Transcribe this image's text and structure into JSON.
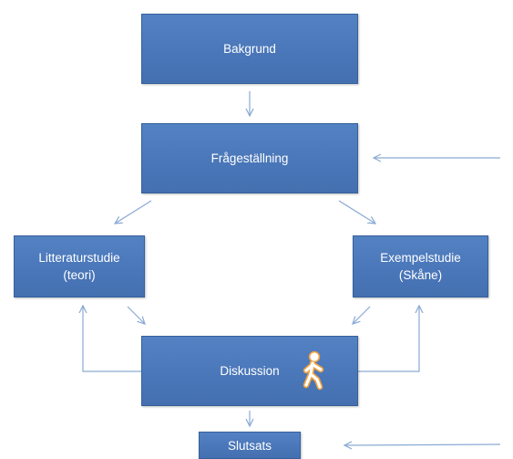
{
  "nodes": {
    "bakgrund": "Bakgrund",
    "fragestallning": "Frågeställning",
    "litteraturstudie": "Litteraturstudie\n(teori)",
    "exempelstudie": "Exempelstudie\n(Skåne)",
    "diskussion": "Diskussion",
    "slutsats": "Slutsats"
  },
  "colors": {
    "box_fill": "#4f7cbf",
    "box_border": "#35609b",
    "box_text": "#ffffff",
    "arrow": "#8aaad4",
    "figure": "#f0a040"
  },
  "icons": {
    "figure": "walking-person-icon"
  }
}
